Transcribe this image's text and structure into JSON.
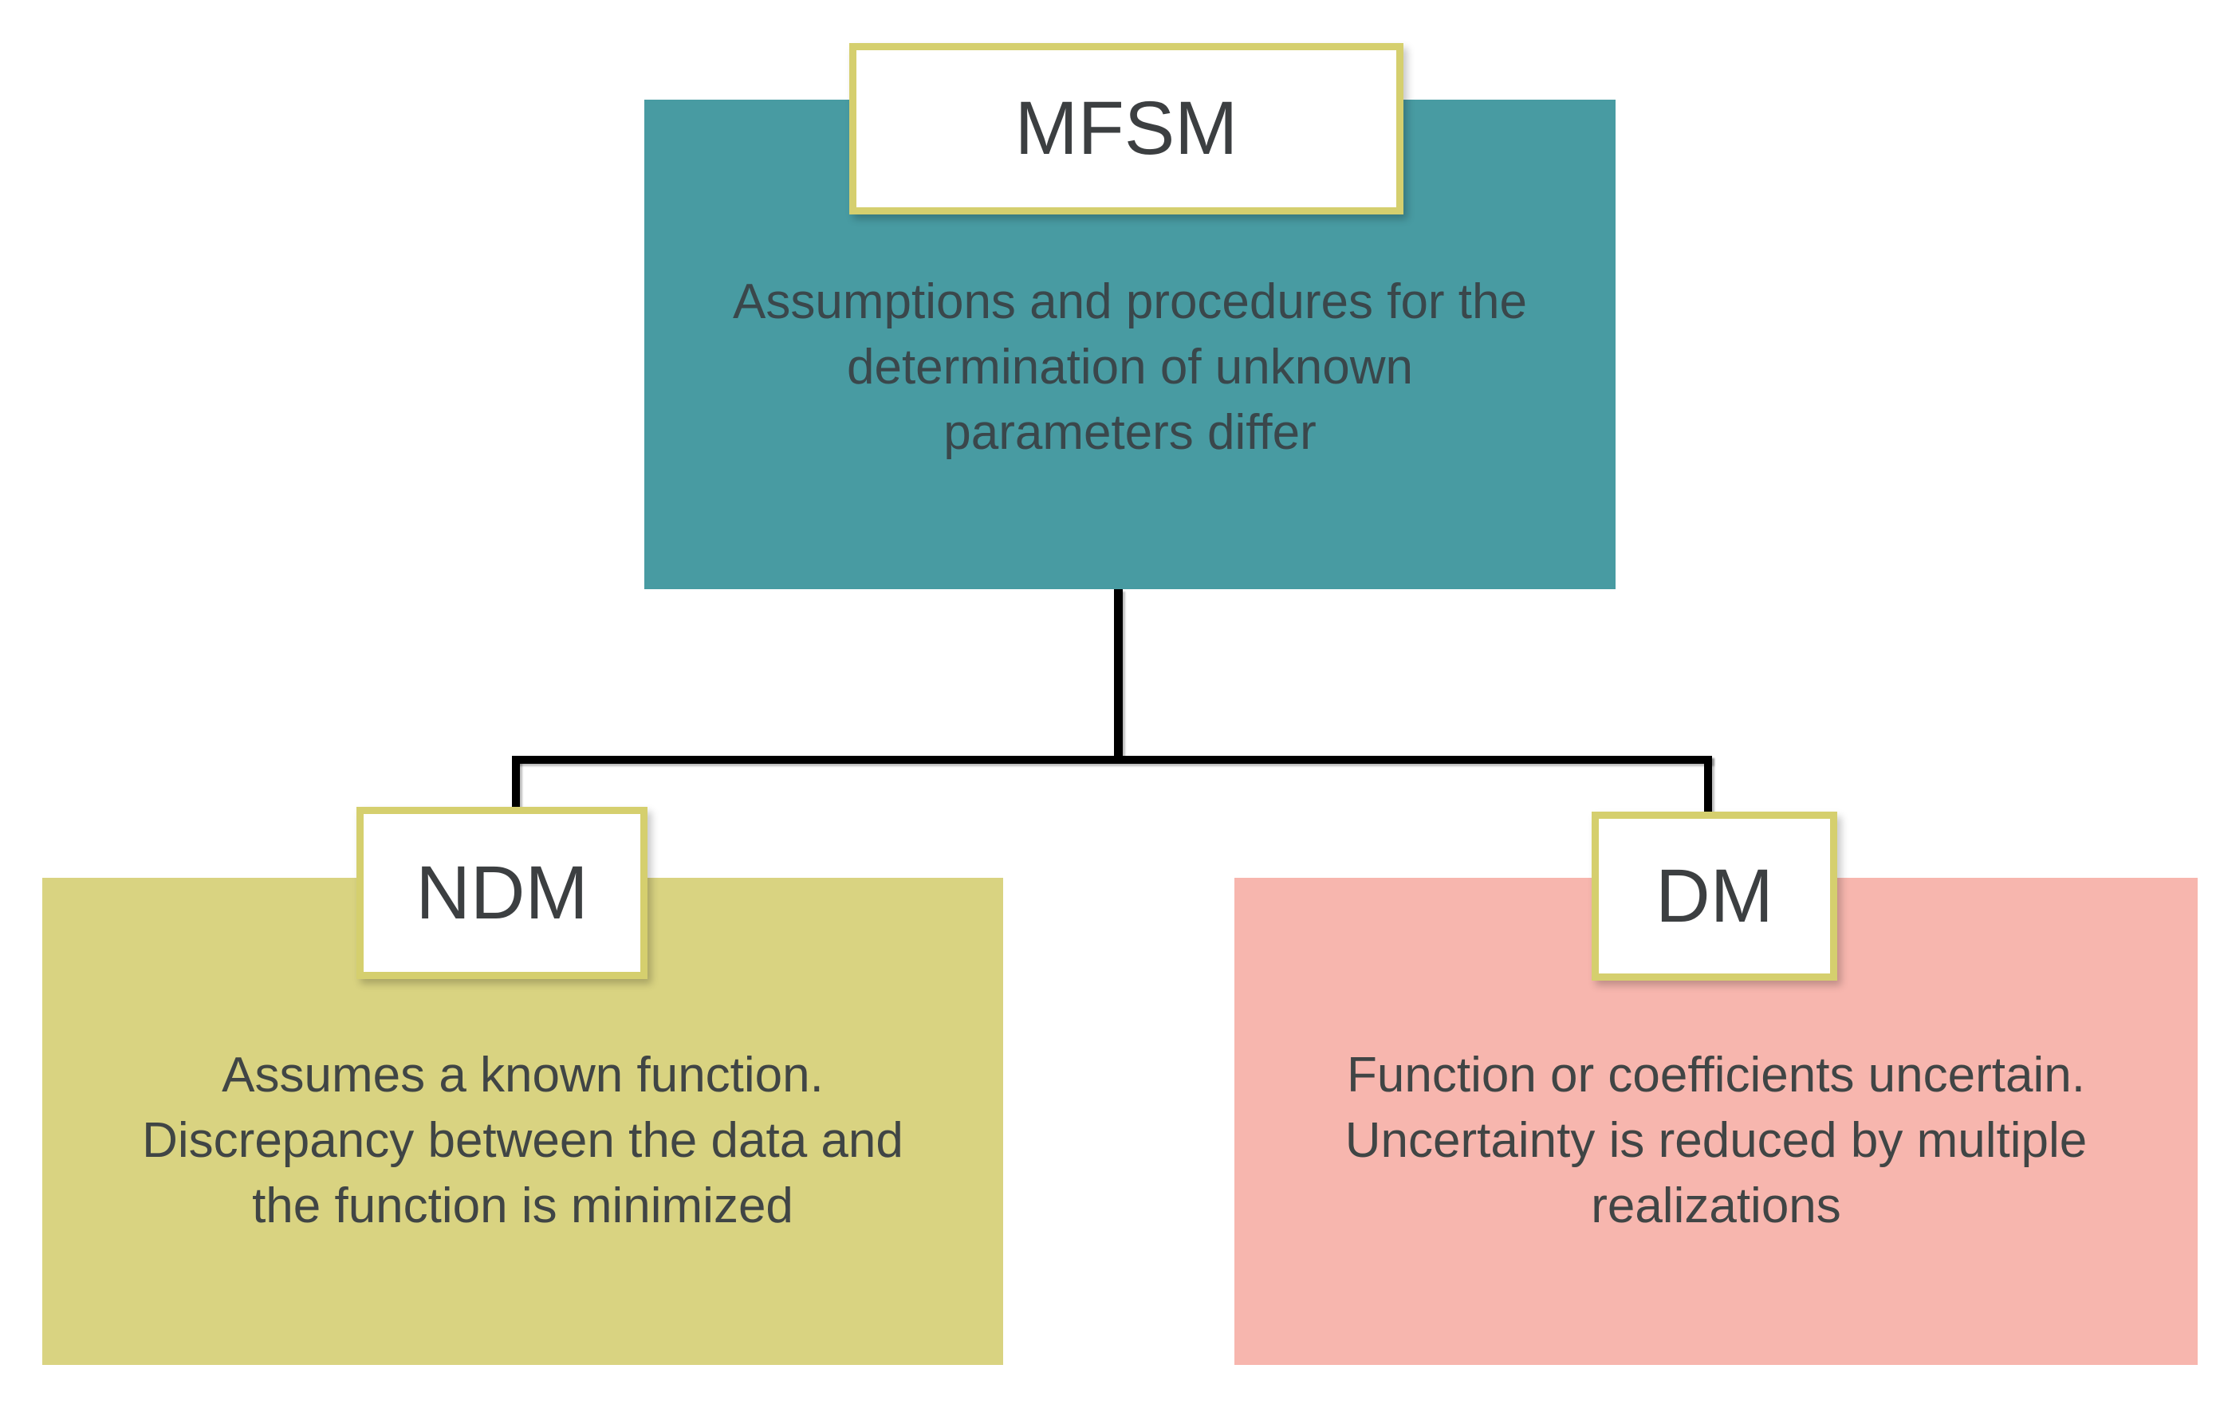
{
  "diagram": {
    "root": {
      "label": "MFSM",
      "description_lines": [
        "Assumptions and procedures for the",
        "determination of unknown",
        "parameters differ"
      ],
      "fill": "#489BA2"
    },
    "children": [
      {
        "label": "NDM",
        "description_lines": [
          "Assumes a known function.",
          "Discrepancy between the data and",
          "the function is minimized"
        ],
        "fill": "#D9D381"
      },
      {
        "label": "DM",
        "description_lines": [
          "Function or coefficients uncertain.",
          "Uncertainty is reduced by multiple",
          "realizations"
        ],
        "fill": "#F7B6AE"
      }
    ],
    "colors": {
      "label_border": "#D5CF6E",
      "label_background": "#FFFFFF",
      "connector": "#000000",
      "body_text": "#3E4447",
      "label_text": "#3C3F41"
    }
  }
}
